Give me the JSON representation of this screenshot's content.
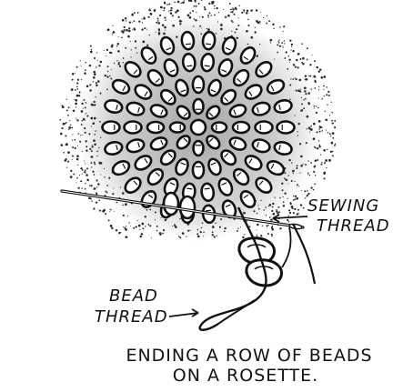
{
  "labels": {
    "sewing_thread_line1": "SEWING",
    "sewing_thread_line2": "THREAD",
    "bead_thread_line1": "BEAD",
    "bead_thread_line2": "THREAD"
  },
  "caption": {
    "line1": "ENDING A ROW OF BEADS",
    "line2": "ON A ROSETTE."
  },
  "colors": {
    "ink": "#111111",
    "paper": "#ffffff",
    "stipple": "#2a2a2a"
  }
}
